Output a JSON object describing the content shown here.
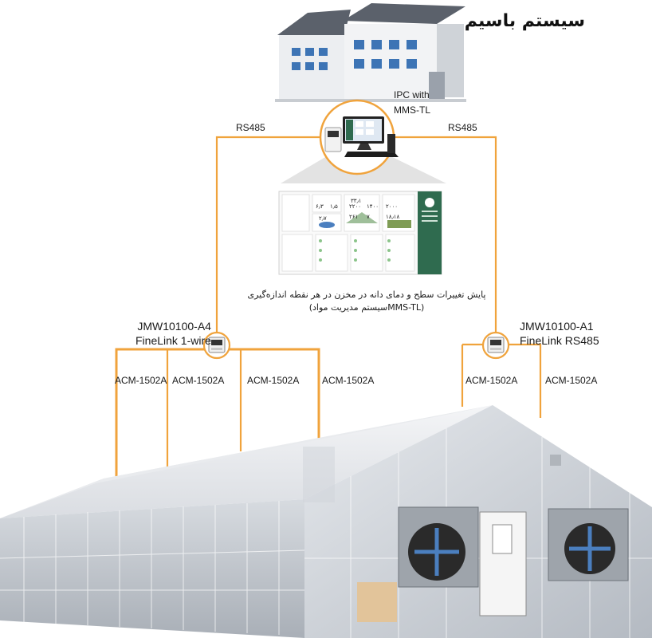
{
  "title": "سیستم باسیم",
  "ipc": {
    "line1": "IPC with",
    "line2": "MMS-TL"
  },
  "links": {
    "left": "RS485",
    "right": "RS485"
  },
  "caption": {
    "line1": "پایش تغییرات سطح و دمای دانه در مخزن در هر نقطه اندازه‌گیری",
    "line2": "(MMS-TLسیستم مدیریت مواد)"
  },
  "devices": {
    "left": {
      "model": "JMW10100-A4",
      "name": "FineLink 1-wire"
    },
    "right": {
      "model": "JMW10100-A1",
      "name": "FineLink RS485"
    }
  },
  "sensors": [
    "ACM-1502A",
    "ACM-1502A",
    "ACM-1502A",
    "ACM-1502A",
    "ACM-1502A",
    "ACM-1502A"
  ],
  "screen": {
    "tiles": [
      "۲۰۰۰",
      "۱۴۰۰",
      "۲۲۰۰",
      "۳۳٫۱",
      "۷",
      "۶٫۳",
      "۱٫۵",
      "۲۶۱",
      "۱۸٫۱۸",
      "۲٫۷"
    ]
  },
  "colors": {
    "wire": "#f0a33c",
    "accent": "#2f6b4f"
  }
}
